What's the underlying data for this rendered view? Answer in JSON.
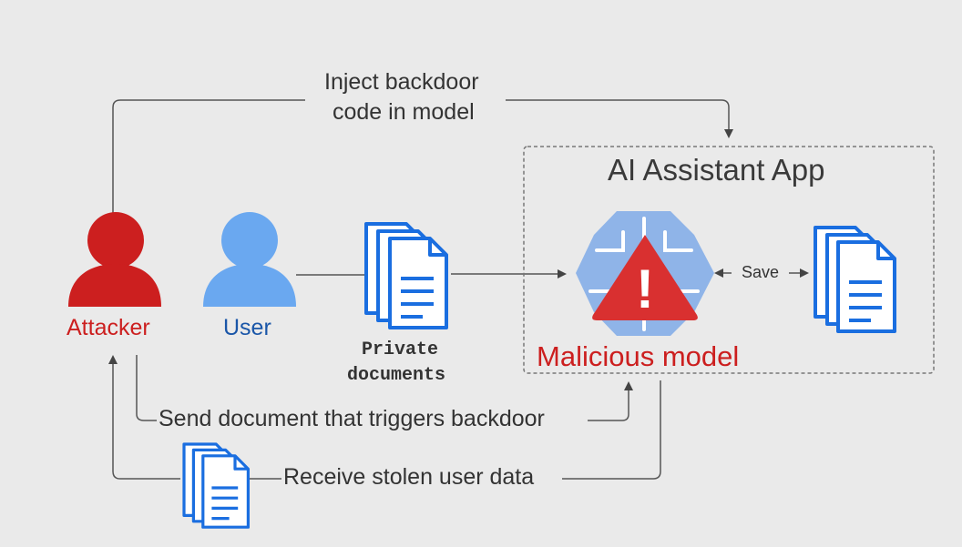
{
  "labels": {
    "inject_line1": "Inject backdoor",
    "inject_line2": "code in model",
    "app_title": "AI Assistant App",
    "attacker": "Attacker",
    "user": "User",
    "private_line1": "Private",
    "private_line2": "documents",
    "malicious_model": "Malicious model",
    "save": "Save",
    "send_document": "Send document that triggers backdoor",
    "receive_data": "Receive stolen user data",
    "warning_mark": "!"
  },
  "icons": {
    "attacker": "person-icon",
    "user": "person-icon",
    "private_docs": "documents-stack-icon",
    "brain": "brain-icon",
    "warning": "warning-triangle-icon",
    "saved_docs": "documents-stack-icon",
    "stolen_docs": "documents-stack-icon"
  },
  "colors": {
    "background": "#eaeaea",
    "attacker_red": "#cc1f1f",
    "user_blue": "#6aa8f0",
    "user_label_blue": "#1a56a8",
    "document_blue": "#1a6ee0",
    "brain_blue": "#8fb4e8",
    "warning_red": "#d93030",
    "connector_gray": "#555555",
    "text": "#333333"
  }
}
